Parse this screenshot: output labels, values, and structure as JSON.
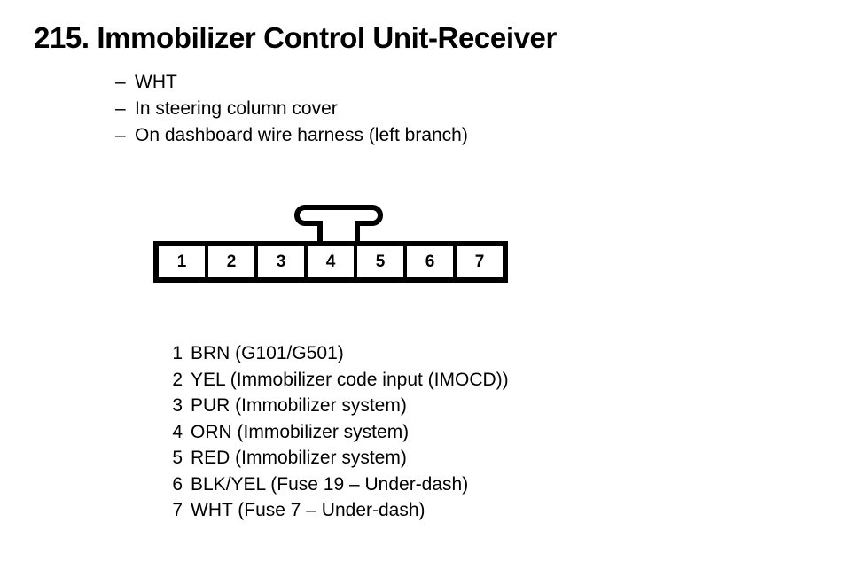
{
  "page": {
    "background_color": "#ffffff",
    "ink_color": "#000000"
  },
  "title": "215. Immobilizer Control Unit-Receiver",
  "notes": {
    "dash": "–",
    "items": [
      "WHT",
      "In steering column cover",
      "On dashboard wire harness (left branch)"
    ]
  },
  "connector": {
    "pin_count": 7,
    "latch_position": "top-center",
    "pins": [
      "1",
      "2",
      "3",
      "4",
      "5",
      "6",
      "7"
    ]
  },
  "pin_legend": [
    {
      "pin": "1",
      "description": "BRN (G101/G501)"
    },
    {
      "pin": "2",
      "description": "YEL (Immobilizer code input (IMOCD))"
    },
    {
      "pin": "3",
      "description": "PUR (Immobilizer system)"
    },
    {
      "pin": "4",
      "description": "ORN (Immobilizer system)"
    },
    {
      "pin": "5",
      "description": "RED (Immobilizer system)"
    },
    {
      "pin": "6",
      "description": "BLK/YEL (Fuse 19 – Under-dash)"
    },
    {
      "pin": "7",
      "description": "WHT (Fuse 7 – Under-dash)"
    }
  ]
}
